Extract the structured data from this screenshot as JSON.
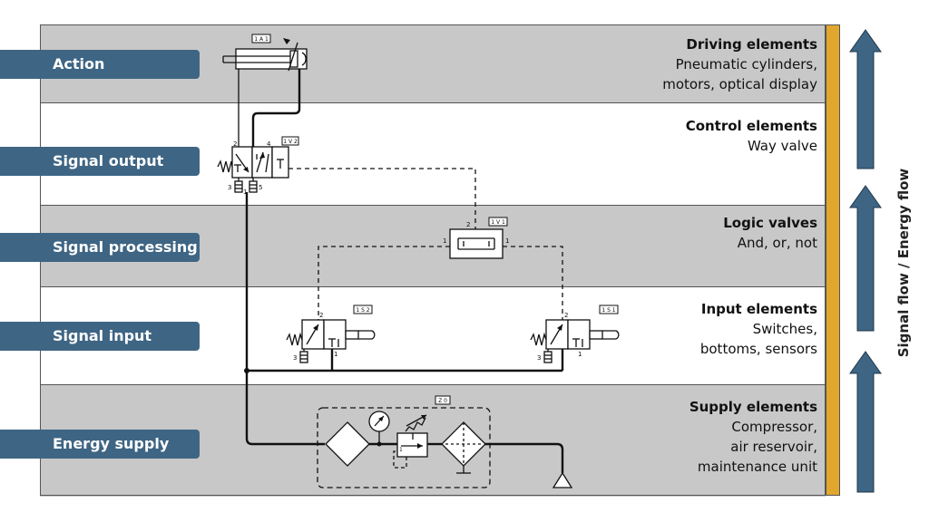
{
  "rows": [
    {
      "tag": "Action",
      "title": "Driving elements",
      "lines": [
        "Pneumatic cylinders,",
        "motors, optical display"
      ]
    },
    {
      "tag": "Signal output",
      "title": "Control elements",
      "lines": [
        "Way valve"
      ]
    },
    {
      "tag": "Signal processing",
      "title": "Logic valves",
      "lines": [
        "And, or, not"
      ]
    },
    {
      "tag": "Signal input",
      "title": "Input elements",
      "lines": [
        "Switches,",
        "bottoms, sensors"
      ]
    },
    {
      "tag": "Energy supply",
      "title": "Supply elements",
      "lines": [
        "Compressor,",
        "air reservoir,",
        "maintenance unit"
      ]
    }
  ],
  "side_label": "Signal flow / Energy flow",
  "component_ids": {
    "cylinder": "1 A 1",
    "way_valve": "1 V 2",
    "logic_valve": "1 V 1",
    "input_valve_left": "1 S 2",
    "input_valve_right": "1 S 1",
    "supply_unit": "Z 0"
  },
  "port_numbers": {
    "two": "2",
    "four": "4",
    "three": "3",
    "five": "5",
    "one": "1"
  },
  "colors": {
    "tag_bg": "#3e6584",
    "band_gray": "#c8c8c8",
    "accent_bar": "#e0a62e",
    "arrow": "#3e6584"
  }
}
